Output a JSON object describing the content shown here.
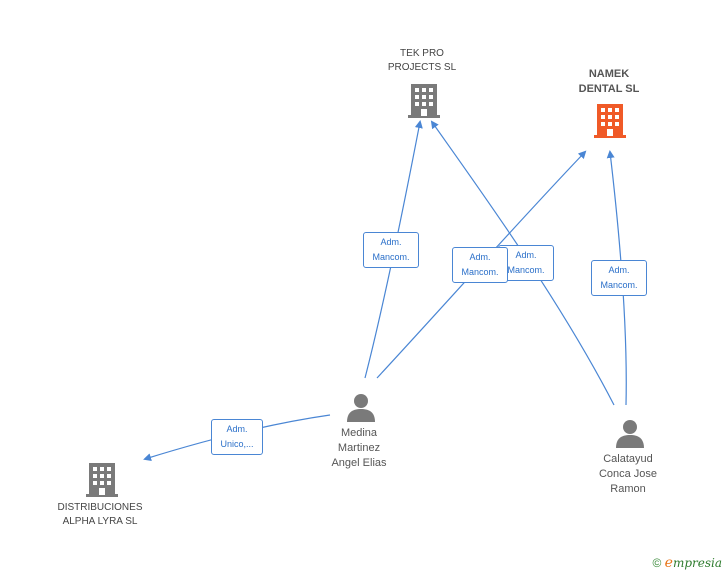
{
  "nodes": {
    "tek": {
      "line1": "TEK PRO",
      "line2": "PROJECTS  SL"
    },
    "namek": {
      "line1": "NAMEK",
      "line2": "DENTAL  SL"
    },
    "distrib": {
      "line1": "DISTRIBUCIONES",
      "line2": "ALPHA LYRA  SL"
    },
    "medina": {
      "line1": "Medina",
      "line2": "Martinez",
      "line3": "Angel Elias"
    },
    "calatayud": {
      "line1": "Calatayud",
      "line2": "Conca Jose",
      "line3": "Ramon"
    }
  },
  "edges": {
    "medina_tek": {
      "line1": "Adm.",
      "line2": "Mancom."
    },
    "medina_namek": {
      "line1": "Adm.",
      "line2": "Mancom."
    },
    "calatayud_tek": {
      "line1": "Adm.",
      "line2": "Mancom."
    },
    "calatayud_namek": {
      "line1": "Adm.",
      "line2": "Mancom."
    },
    "medina_distrib": {
      "line1": "Adm.",
      "line2": "Unico,..."
    }
  },
  "colors": {
    "company": "#7a7a7a",
    "highlight": "#f05a28",
    "person": "#7a7a7a",
    "edge": "#4a86d4"
  },
  "footer": {
    "copyright": "©",
    "brand_initial": "e",
    "brand_rest": "mpresia"
  }
}
